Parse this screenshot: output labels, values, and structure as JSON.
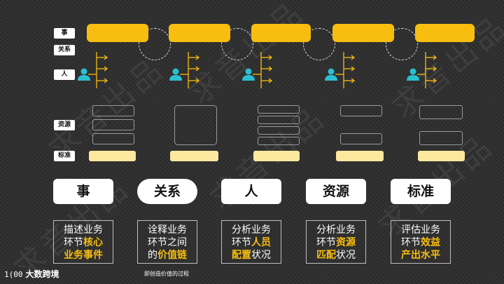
{
  "watermark": "求音出品",
  "row_labels": {
    "shi": "事",
    "guanxi": "关系",
    "ren": "人",
    "ziyuan": "资源",
    "biaozhun": "标准"
  },
  "categories": [
    {
      "label": "事"
    },
    {
      "label": "关系"
    },
    {
      "label": "人"
    },
    {
      "label": "资源"
    },
    {
      "label": "标准"
    }
  ],
  "descriptions": [
    {
      "line1": "描述业务",
      "line2_pre": "环节",
      "line2_hl": "核心",
      "line3_pre": "",
      "line3_hl": "业务事件",
      "line3_post": ""
    },
    {
      "line1": "诠释业务",
      "line2_pre": "环节之间",
      "line2_hl": "",
      "line3_pre": "的",
      "line3_hl": "价值链",
      "line3_post": ""
    },
    {
      "line1": "分析业务",
      "line2_pre": "环节",
      "line2_hl": "人员",
      "line3_pre": "",
      "line3_hl": "配置",
      "line3_post": "状况"
    },
    {
      "line1": "分析业务",
      "line2_pre": "环节",
      "line2_hl": "资源",
      "line3_pre": "",
      "line3_hl": "匹配",
      "line3_post": "状况"
    },
    {
      "line1": "评估业务",
      "line2_pre": "环节",
      "line2_hl": "效益",
      "line3_pre": "",
      "line3_hl": "产出水平",
      "line3_post": ""
    }
  ],
  "footnote": "即创造价值的过程",
  "logo": {
    "mark": "1(00",
    "text": "大数跨境"
  },
  "colors": {
    "accent": "#f8be0f",
    "person": "#2bbfd0",
    "standard": "#fde8a0"
  },
  "icons": {
    "person": "person-icon",
    "branch": "branch-arrow-icon"
  }
}
